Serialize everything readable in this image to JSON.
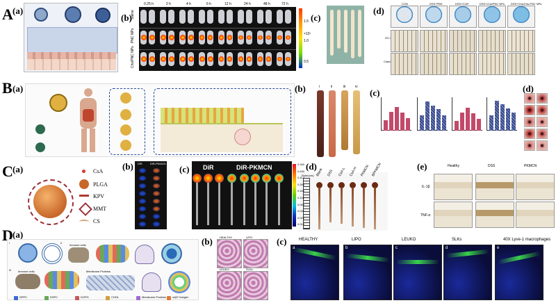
{
  "sections": [
    "A",
    "B",
    "C",
    "D"
  ],
  "panel_a": {
    "label": "(a)",
    "b_label": "(b)",
    "c_label": "(c)",
    "d_label": "(d)",
    "times": [
      "0.25 h",
      "2 h",
      "4 h",
      "6 h",
      "12 h",
      "24 h",
      "48 h",
      "72 h"
    ],
    "rows": [
      "Saline",
      "PNC NPs",
      "Chs/PNC NPs"
    ],
    "scale": [
      "1.5",
      "×10⁷",
      "1.0",
      "0.5"
    ],
    "d_cols": [
      "CON",
      "DSS+PBS",
      "DSS+CUR",
      "DSS+Chs/PNC NPs",
      "DSS+Chs/Chs-PNC NPs"
    ],
    "d_rows": [
      "",
      "ZO-1",
      "Claudin"
    ]
  },
  "panel_b": {
    "label": "(a)",
    "b_label": "(b)",
    "c_label": "(c)",
    "d_label": "(d)",
    "roman": [
      "i",
      "ii",
      "iii",
      "iv"
    ]
  },
  "panel_c": {
    "label": "(a)",
    "b_label": "(b)",
    "c_label": "(c)",
    "d_label": "(d)",
    "e_label": "(e)",
    "legend": [
      {
        "name": "CsA",
        "color": "#d93a2c"
      },
      {
        "name": "PLGA",
        "color": "#c8672a"
      },
      {
        "name": "KPV",
        "color": "#b03a30"
      },
      {
        "name": "MMT",
        "color": "#9b2f3a"
      },
      {
        "name": "CS",
        "color": "#d4a37a"
      }
    ],
    "b_cols": [
      "DiR",
      "DiR-PKMCN"
    ],
    "c_titles": [
      "DiR",
      "DiR-PKMCN"
    ],
    "c_scale": [
      "0.949",
      "0.630",
      "0.412",
      "0.266",
      "0.166",
      "0.100",
      "0.063",
      "0.040",
      "0.025",
      "0.019"
    ],
    "d_ruler": "Ruler(cm)",
    "d_groups": [
      "Blank",
      "DSS",
      "CsA-L",
      "CsA-H",
      "PKMCN",
      "BPKMCN"
    ],
    "e_cols": [
      "Healthy",
      "DSS",
      "PKMCN"
    ],
    "e_rows": [
      "IL-1β",
      "TNF-α"
    ]
  },
  "panel_d": {
    "label": "(a)",
    "b_label": "(b)",
    "c_label": "(c)",
    "roman": [
      "i",
      "ii",
      "iii"
    ],
    "a_captions": [
      "Immune cells",
      "Immune cells",
      "Membrane Proteins"
    ],
    "a_legend": [
      "DPPC",
      "DSPC",
      "DOPG",
      "CHOL",
      "Membrane Proteins",
      "α4β7 Integrin"
    ],
    "hist_titles": [
      "HEALTHY",
      "LIPO",
      "LEUKO",
      "SLKs"
    ],
    "fluor_titles": [
      "HEALTHY",
      "LIPO",
      "LEUKO",
      "SLKs",
      "40X Lyve-1 macrophages"
    ],
    "fluor_letters": [
      "a",
      "b",
      "c",
      "d",
      "e"
    ]
  }
}
